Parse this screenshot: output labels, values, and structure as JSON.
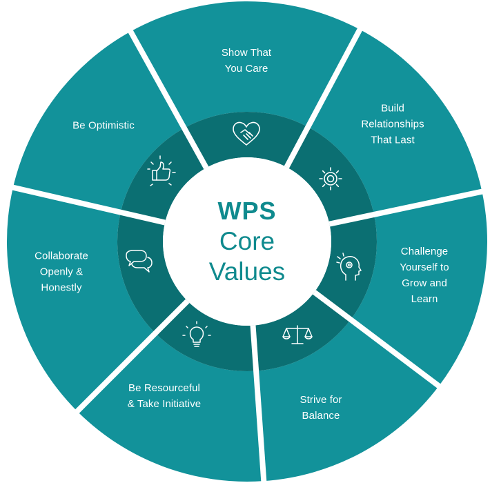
{
  "title": {
    "line1": "WPS",
    "line2": "Core",
    "line3": "Values"
  },
  "colors": {
    "outer": "#12929a",
    "ring": "#0b6f72",
    "gap": "#ffffff",
    "center_text": "#0f8a8e",
    "icon": "#ffffff"
  },
  "segments": [
    {
      "label": "Show That\nYou Care",
      "icon": "heart-handshake-icon"
    },
    {
      "label": "Build\nRelationships\nThat Last",
      "icon": "gear-icon"
    },
    {
      "label": "Challenge\nYourself to\nGrow and\nLearn",
      "icon": "head-gears-icon"
    },
    {
      "label": "Strive for\nBalance",
      "icon": "scales-icon"
    },
    {
      "label": "Be Resourceful\n& Take Initiative",
      "icon": "lightbulb-icon"
    },
    {
      "label": "Collaborate\nOpenly &\nHonestly",
      "icon": "speech-bubbles-icon"
    },
    {
      "label": "Be Optimistic",
      "icon": "thumbs-up-icon"
    }
  ]
}
